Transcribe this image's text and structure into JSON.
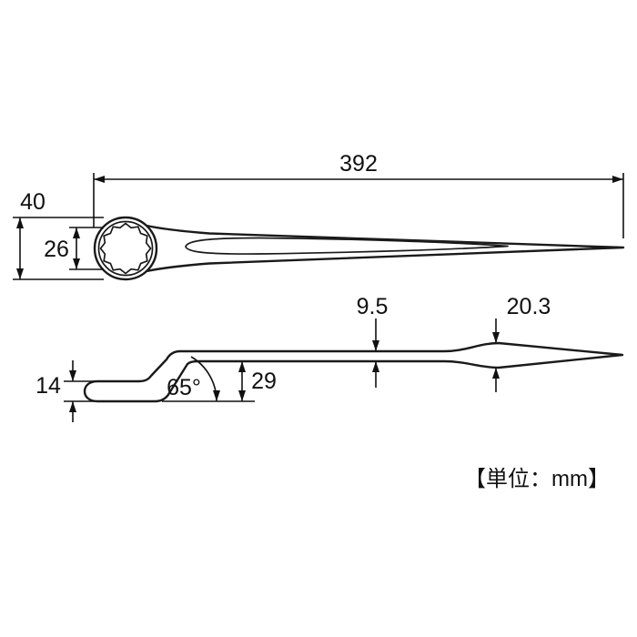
{
  "unit_note": "【単位：mm】",
  "dimensions": {
    "overall_length": "392",
    "ring_width": "40",
    "ring_inner_diameter": "26",
    "shank_thickness": "9.5",
    "taper_max_thickness": "20.3",
    "ring_thickness": "14",
    "bend_angle": "65°",
    "offset_depth": "29"
  }
}
